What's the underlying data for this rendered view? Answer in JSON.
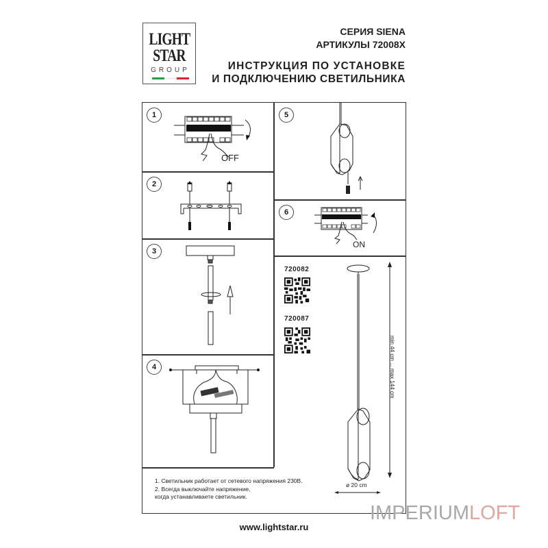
{
  "logo": {
    "line1": "LIGHT",
    "line2": "STAR",
    "line3": "GROUP",
    "flag_colors": [
      "#2e9a46",
      "#ffffff",
      "#d4262c"
    ]
  },
  "header": {
    "series": "СЕРИЯ SIENA",
    "articles": "АРТИКУЛЫ 72008X",
    "title_line1": "ИНСТРУКЦИЯ ПО УСТАНОВКЕ",
    "title_line2": "И ПОДКЛЮЧЕНИЮ СВЕТИЛЬНИКА"
  },
  "steps": [
    {
      "num": "1",
      "label": "OFF",
      "icon": "circuit-breaker-off-icon"
    },
    {
      "num": "2",
      "label": "",
      "icon": "mounting-bracket-icon"
    },
    {
      "num": "3",
      "label": "",
      "icon": "rod-assembly-icon"
    },
    {
      "num": "4",
      "label": "",
      "icon": "canopy-wiring-icon"
    },
    {
      "num": "5",
      "label": "",
      "icon": "shade-attach-icon"
    },
    {
      "num": "6",
      "label": "ON",
      "icon": "circuit-breaker-on-icon"
    }
  ],
  "products": [
    {
      "code": "720082",
      "icon": "qr-code-icon"
    },
    {
      "code": "720087",
      "icon": "qr-code-icon"
    }
  ],
  "dimensions": {
    "height": "min 44 cm ... max 144 cm",
    "diameter": "ø 20 cm"
  },
  "notes": [
    "1. Светильник работает от сетевого напряжения 230В.",
    "2. Всегда выключайте напряжение,",
    "когда устанавливаете светильник."
  ],
  "footer": {
    "url": "www.lightstar.ru"
  },
  "watermark": {
    "part1": "IMPERIUM",
    "part2": "LOFT",
    "color1": "#a8a8a8",
    "color2": "#e2a3a3"
  }
}
